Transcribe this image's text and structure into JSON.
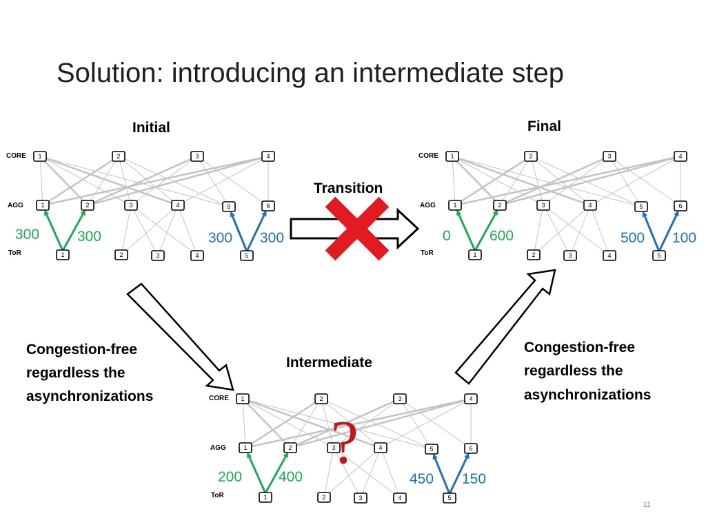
{
  "slide": {
    "title": "Solution: introducing an intermediate step",
    "page_number": "11"
  },
  "colors": {
    "green": "#1aaa55",
    "blue": "#1f6fb4",
    "red_x": "#e21b22",
    "question": "#c0171d",
    "edge": "#c3c3c3"
  },
  "labels": {
    "core": "CORE",
    "agg": "AGG",
    "tor": "ToR"
  },
  "topologies": {
    "initial": {
      "title": "Initial",
      "core_nodes": [
        "1",
        "2",
        "3",
        "4"
      ],
      "agg_nodes": [
        "1",
        "2",
        "3",
        "4",
        "5",
        "6"
      ],
      "tor_nodes": [
        "1",
        "2",
        "3",
        "4",
        "5"
      ],
      "flows": {
        "green_left": "300",
        "green_right": "300",
        "blue_left": "300",
        "blue_right": "300"
      }
    },
    "final": {
      "title": "Final",
      "core_nodes": [
        "1",
        "2",
        "3",
        "4"
      ],
      "agg_nodes": [
        "1",
        "2",
        "3",
        "4",
        "5",
        "6"
      ],
      "tor_nodes": [
        "1",
        "2",
        "3",
        "4",
        "5"
      ],
      "flows": {
        "green_left": "0",
        "green_right": "600",
        "blue_left": "500",
        "blue_right": "100"
      }
    },
    "intermediate": {
      "title": "Intermediate",
      "core_nodes": [
        "1",
        "2",
        "3",
        "4"
      ],
      "agg_nodes": [
        "1",
        "2",
        "3",
        "4",
        "5",
        "6"
      ],
      "tor_nodes": [
        "1",
        "2",
        "3",
        "4",
        "5"
      ],
      "flows": {
        "green_left": "200",
        "green_right": "400",
        "blue_left": "450",
        "blue_right": "150"
      }
    }
  },
  "transition": {
    "label": "Transition"
  },
  "captions": {
    "left": [
      "Congestion-free",
      "regardless the",
      "asynchronizations"
    ],
    "right": [
      "Congestion-free",
      "regardless the",
      "asynchronizations"
    ]
  },
  "question_mark": "?"
}
